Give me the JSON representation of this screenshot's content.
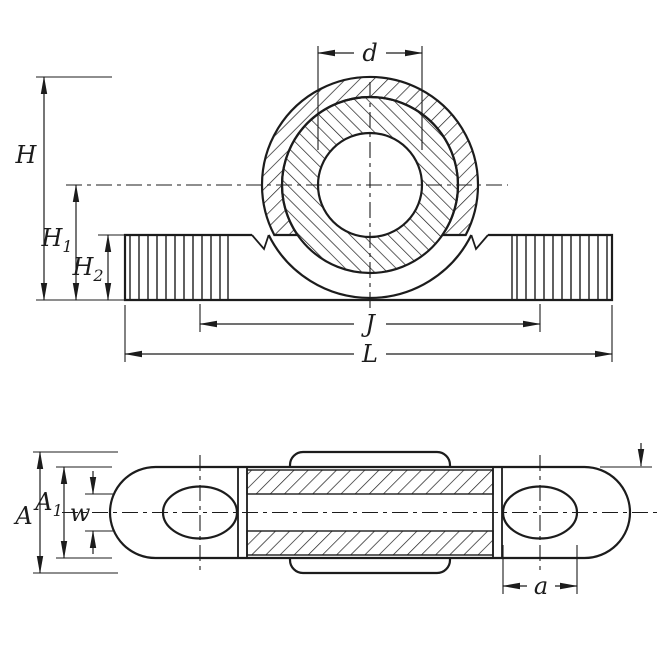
{
  "colors": {
    "line": "#1c1c1c",
    "background": "#ffffff"
  },
  "front_view": {
    "dim_d": "d",
    "dim_H": "H",
    "dim_H1": {
      "main": "H",
      "sub": "1"
    },
    "dim_H2": {
      "main": "H",
      "sub": "2"
    },
    "dim_J": "J",
    "dim_L": "L"
  },
  "plan_view": {
    "dim_A": "A",
    "dim_A1": {
      "main": "A",
      "sub": "1"
    },
    "dim_w": "w",
    "dim_a": "a"
  }
}
